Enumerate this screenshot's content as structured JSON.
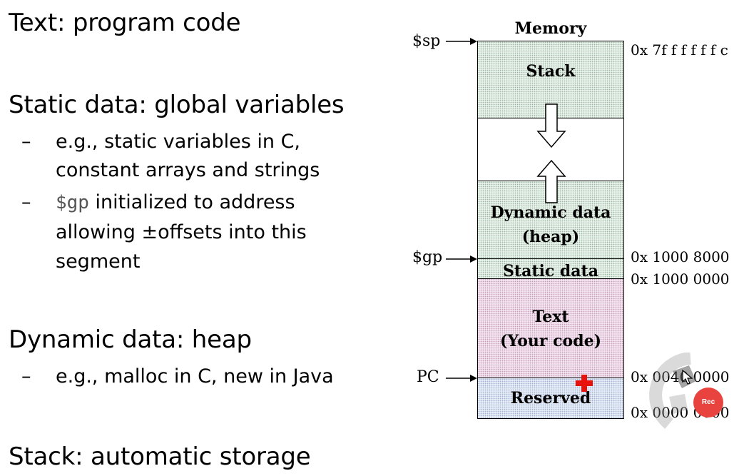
{
  "bullets": {
    "text_heading": "Text: program code",
    "static_heading": "Static data: global variables",
    "static_sub1_line1": "e.g., static variables in C,",
    "static_sub1_line2": "constant arrays and strings",
    "static_sub2_reg": "$gp",
    "static_sub2_line1_rest": " initialized to address",
    "static_sub2_line2": "allowing ±offsets into this",
    "static_sub2_line3": "segment",
    "dynamic_heading": "Dynamic data: heap",
    "dynamic_sub1": "e.g., malloc in C, new in Java",
    "stack_heading": "Stack: automatic storage",
    "dash": "–"
  },
  "memory": {
    "title": "Memory",
    "stack_label": "Stack",
    "dynamic_label_line1": "Dynamic data",
    "dynamic_label_line2": "(heap)",
    "static_label": "Static data",
    "text_label_line1": "Text",
    "text_label_line2": "(Your code)",
    "reserved_label": "Reserved",
    "addr_top": "0x 7f f f f f f c",
    "addr_gp": "0x 1000 8000",
    "addr_static": "0x 1000 0000",
    "addr_text": "0x 0040 0000",
    "addr_bottom": "0x 0000 0000",
    "reg_sp": "$sp",
    "reg_gp": "$gp",
    "reg_pc": "PC"
  },
  "overlay": {
    "rec_label": "Rec"
  },
  "colors": {
    "stack_fill": "#e8f2ea",
    "text_fill": "#f3e3ef",
    "reserved_fill": "#e6ecf6",
    "rec_button": "#e8433f",
    "cursor_cross": "#e8120c"
  }
}
